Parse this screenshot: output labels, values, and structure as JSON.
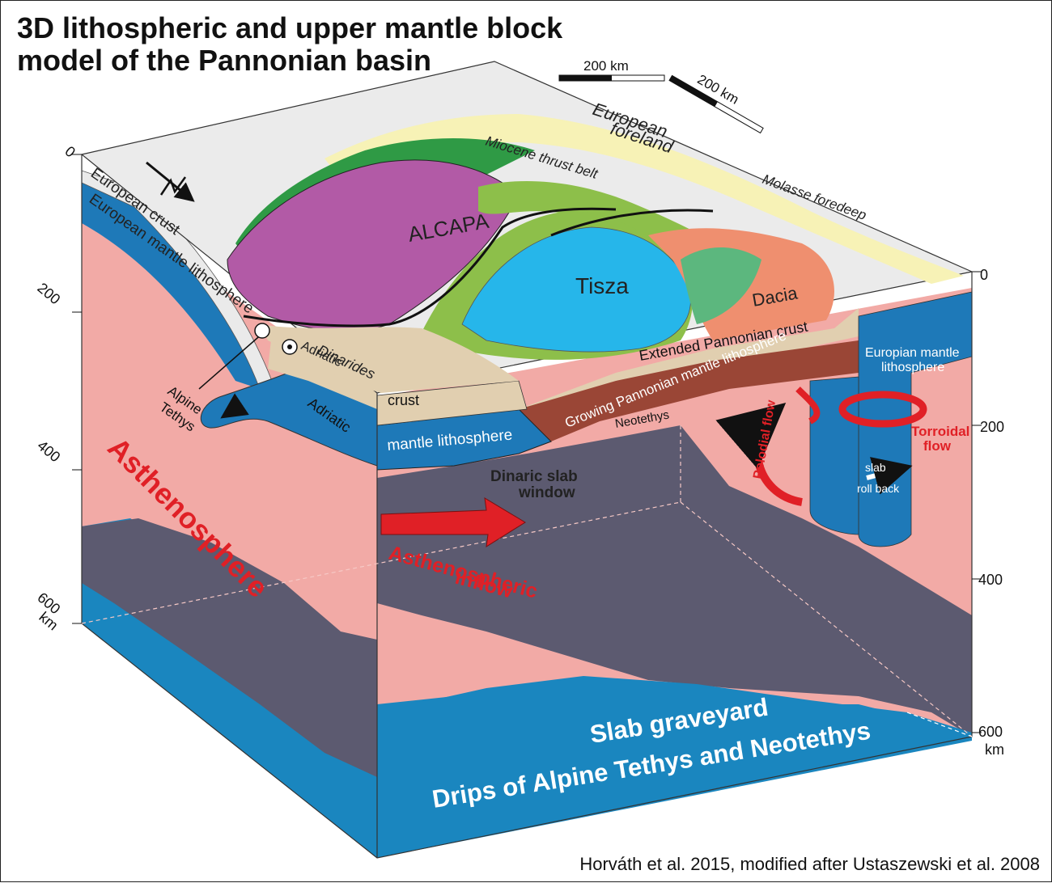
{
  "title": "3D lithospheric and upper mantle block model of the Pannonian basin",
  "credit": "Horváth et al. 2015, modified after Ustaszewski et al. 2008",
  "scale_bars": {
    "horizontal": "200 km",
    "diagonal": "200 km"
  },
  "depth_axis_left": [
    "0",
    "200",
    "400",
    "600",
    "km"
  ],
  "depth_axis_right": [
    "0",
    "200",
    "400",
    "600",
    "km"
  ],
  "map_labels": {
    "european_foreland": [
      "European",
      "foreland"
    ],
    "miocene_thrust_belt": "Miocene thrust belt",
    "molasse_foredeep": "Molasse foredeep",
    "alcapa": "ALCAPA",
    "tisza": "Tisza",
    "dacia": "Dacia",
    "dinarides": "Dinarides",
    "adriatic_top": "Adriatic"
  },
  "section_labels": {
    "european_crust": "European crust",
    "european_mantle_lithosphere": "European mantle lithosphere",
    "alpine_tethys": [
      "Alpine",
      "Tethys"
    ],
    "adriatic_slab": "Adriatic",
    "crust": "crust",
    "mantle_lithosphere": "mantle lithosphere",
    "extended_pannonian_crust": "Extended Pannonian crust",
    "growing_pannonian_mantle": "Growing Pannonian mantle lithosphere",
    "neotethys": "Neotethys",
    "europian_mantle_lithosphere": [
      "Europian mantle",
      "lithosphere"
    ],
    "polodial_flow": "Polodial flow",
    "torroidal_flow": [
      "Torroidal",
      "flow"
    ],
    "slab_roll_back": [
      "slab",
      "roll back"
    ],
    "dinaric_slab_window": [
      "Dinaric slab",
      "window"
    ],
    "asthenospheric_inflow": [
      "Asthenospheric",
      "inflow"
    ],
    "asthenosphere": "Asthenosphere",
    "slab_graveyard": [
      "Slab graveyard",
      "Drips of Alpine Tethys and Neotethys"
    ]
  },
  "colors": {
    "asthenosphere": "#f2aaa6",
    "slab_graveyard": "#1a86bf",
    "mantle_blue": "#1e79b8",
    "dark_floor": "#5c5a70",
    "alcapa": "#b25aa6",
    "tisza": "#26b6ea",
    "dacia": "#ef8f6f",
    "crust_beige": "#e1cfb0",
    "growing_mantle": "#9a4636",
    "flow_red": "#e02026",
    "thrust_yellow": "#f7f2b6",
    "green": "#2f9a45",
    "light_green": "#8dbf4a"
  }
}
